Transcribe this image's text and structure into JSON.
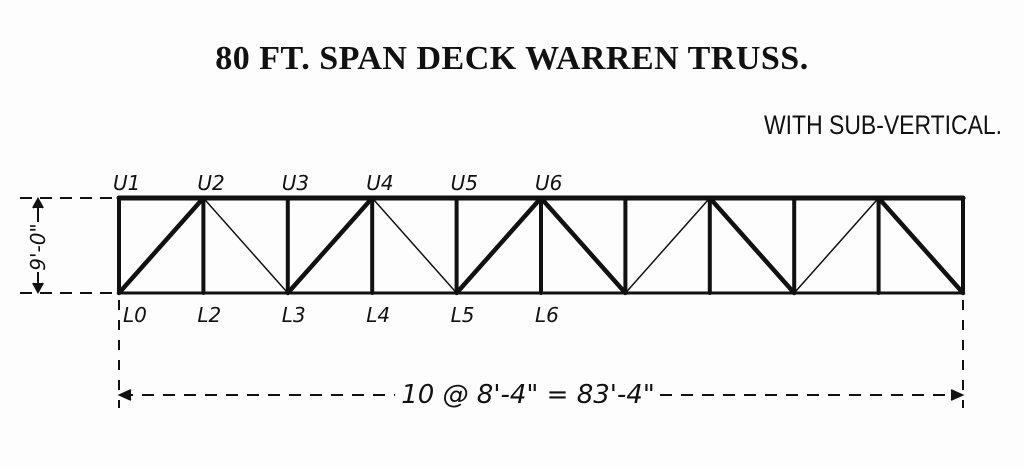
{
  "title": "80 FT. SPAN DECK WARREN TRUSS.",
  "subtitle": "WITH SUB-VERTICAL.",
  "height_dim": "9'-0\"",
  "span_dim": "10 @ 8'-4\" = 83'-4\"",
  "panels": 10,
  "upper_labels": [
    "U1",
    "U2",
    "U3",
    "U4",
    "U5",
    "U6"
  ],
  "lower_labels": [
    "L0",
    "L2",
    "L3",
    "L4",
    "L5",
    "L6"
  ],
  "diagonals": [
    {
      "from_lower": 0,
      "to_upper": 1,
      "weight": "heavy"
    },
    {
      "from_upper": 1,
      "to_lower": 2,
      "weight": "light"
    },
    {
      "from_lower": 2,
      "to_upper": 3,
      "weight": "heavy"
    },
    {
      "from_upper": 3,
      "to_lower": 4,
      "weight": "light"
    },
    {
      "from_lower": 4,
      "to_upper": 5,
      "weight": "heavy"
    },
    {
      "from_upper": 5,
      "to_lower": 6,
      "weight": "heavy"
    },
    {
      "from_lower": 6,
      "to_upper": 7,
      "weight": "light"
    },
    {
      "from_upper": 7,
      "to_lower": 8,
      "weight": "heavy"
    },
    {
      "from_lower": 8,
      "to_upper": 9,
      "weight": "light"
    },
    {
      "from_upper": 9,
      "to_lower": 10,
      "weight": "heavy"
    }
  ]
}
